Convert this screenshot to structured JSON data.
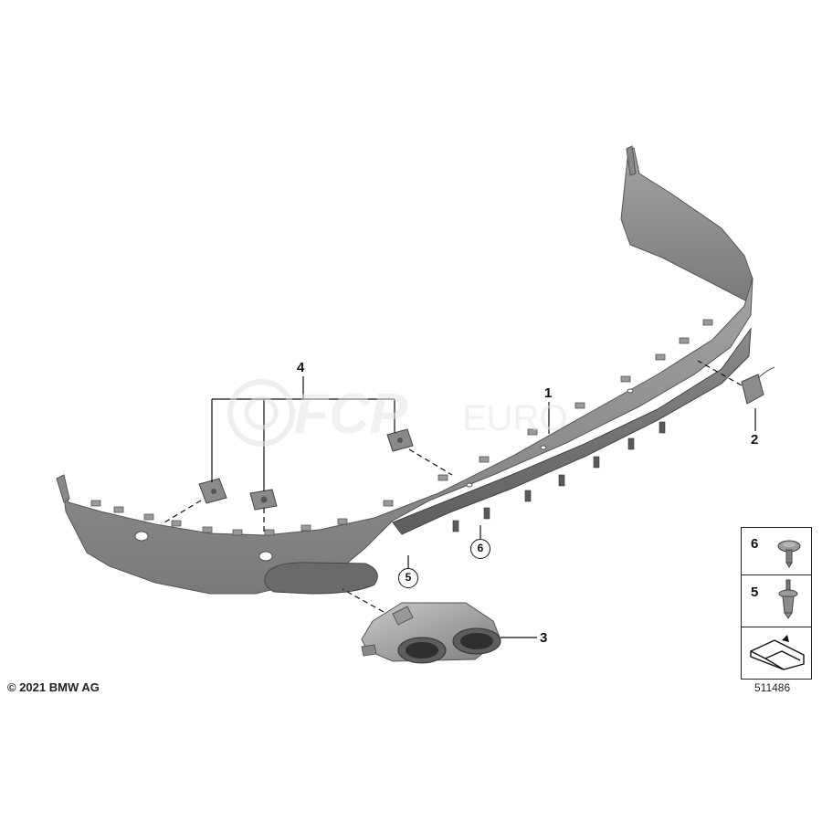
{
  "diagram": {
    "callouts": [
      {
        "id": "1",
        "label": "1"
      },
      {
        "id": "2",
        "label": "2"
      },
      {
        "id": "3",
        "label": "3"
      },
      {
        "id": "4",
        "label": "4"
      },
      {
        "id": "5",
        "label": "5"
      },
      {
        "id": "6",
        "label": "6"
      }
    ],
    "legend": [
      {
        "label": "6",
        "icon": "push-rivet-icon"
      },
      {
        "label": "5",
        "icon": "expanding-rivet-icon"
      },
      {
        "label": "",
        "icon": "bracket-profile-icon"
      }
    ],
    "reference_number": "511486",
    "copyright": "© 2021 BMW AG",
    "watermark": {
      "brand": "FCP",
      "suffix": "EURO"
    },
    "colors": {
      "part": "#8f8f8f",
      "part_dark": "#6b6b6b",
      "line": "#111111"
    }
  }
}
